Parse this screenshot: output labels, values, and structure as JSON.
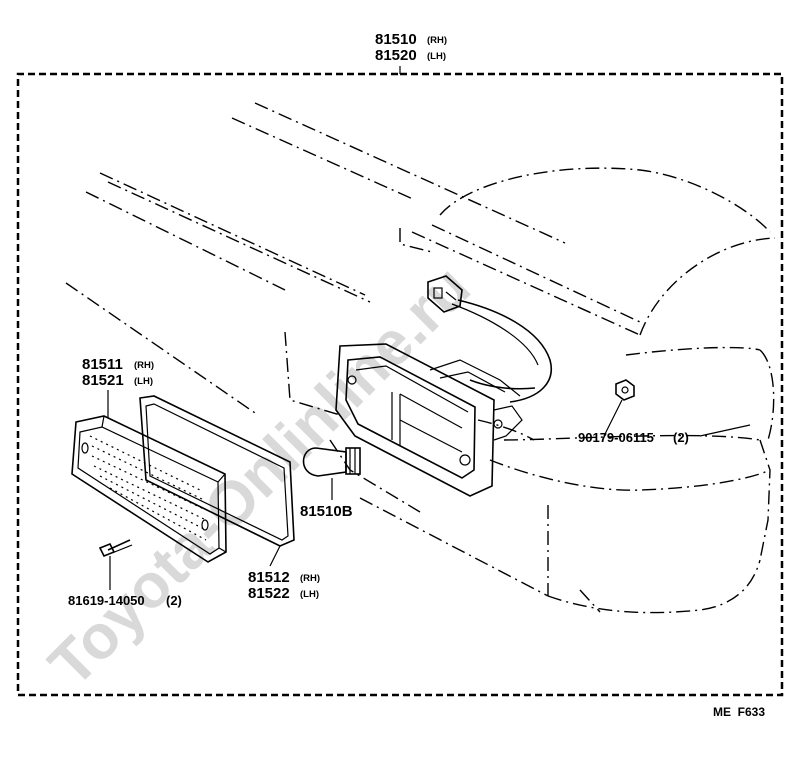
{
  "watermark": "Toyota-Onlinline.ru",
  "assembly": {
    "number_rh": "81510",
    "side_rh": "(RH)",
    "number_lh": "81520",
    "side_lh": "(LH)"
  },
  "lens": {
    "number_rh": "81511",
    "side_rh": "(RH)",
    "number_lh": "81521",
    "side_lh": "(LH)"
  },
  "gasket": {
    "number_rh": "81512",
    "side_rh": "(RH)",
    "number_lh": "81522",
    "side_lh": "(LH)"
  },
  "bulb": {
    "number": "81510B"
  },
  "screw": {
    "number": "81619-14050",
    "qty": "(2)"
  },
  "nut": {
    "number": "90179-06115",
    "qty": "(2)"
  },
  "figure_code": "ME  F633"
}
